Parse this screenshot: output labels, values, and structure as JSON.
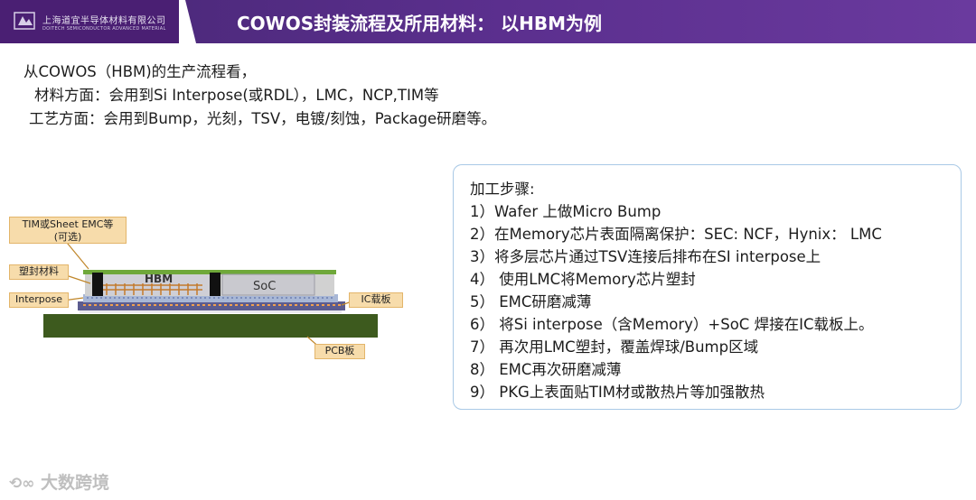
{
  "header": {
    "company_cn": "上海道宜半导体材料有限公司",
    "company_en": "DOITECH SEMICONDUCTOR ADVANCED MATERIAL",
    "title": "COWOS封装流程及所用材料： 以HBM为例"
  },
  "intro": {
    "line1": "从COWOS（HBM)的生产流程看，",
    "line2": "材料方面：会用到Si Interpose(或RDL），LMC，NCP,TIM等",
    "line3": "工艺方面：会用到Bump，光刻，TSV，电镀/刻蚀，Package研磨等。"
  },
  "diagram": {
    "callouts": {
      "tim": "TIM或Sheet EMC等",
      "tim_note": "(可选)",
      "molding": "塑封材料",
      "interpose": "Interpose",
      "ic_substrate": "IC载板",
      "pcb": "PCB板"
    },
    "chip_labels": {
      "hbm": "HBM",
      "soc": "SoC"
    }
  },
  "steps": {
    "title": "加工步骤:",
    "items": [
      "1）Wafer 上做Micro Bump",
      "2）在Memory芯片表面隔离保护：SEC: NCF，Hynix： LMC",
      "3）将多层芯片通过TSV连接后排布在SI interpose上",
      "4） 使用LMC将Memory芯片塑封",
      "5） EMC研磨减薄",
      "6） 将Si interpose（含Memory）+SoC 焊接在IC载板上。",
      "7） 再次用LMC塑封，覆盖焊球/Bump区域",
      "8） EMC再次研磨减薄",
      "9） PKG上表面贴TIM材或散热片等加强散热"
    ]
  },
  "watermark": "大数跨境",
  "colors": {
    "header_purple": "#4e2a7d",
    "pcb_green": "#3d5a1e",
    "tim_green": "#6fa83a",
    "callout_orange": "#f7dcab",
    "box_border": "#a9c9e6"
  }
}
